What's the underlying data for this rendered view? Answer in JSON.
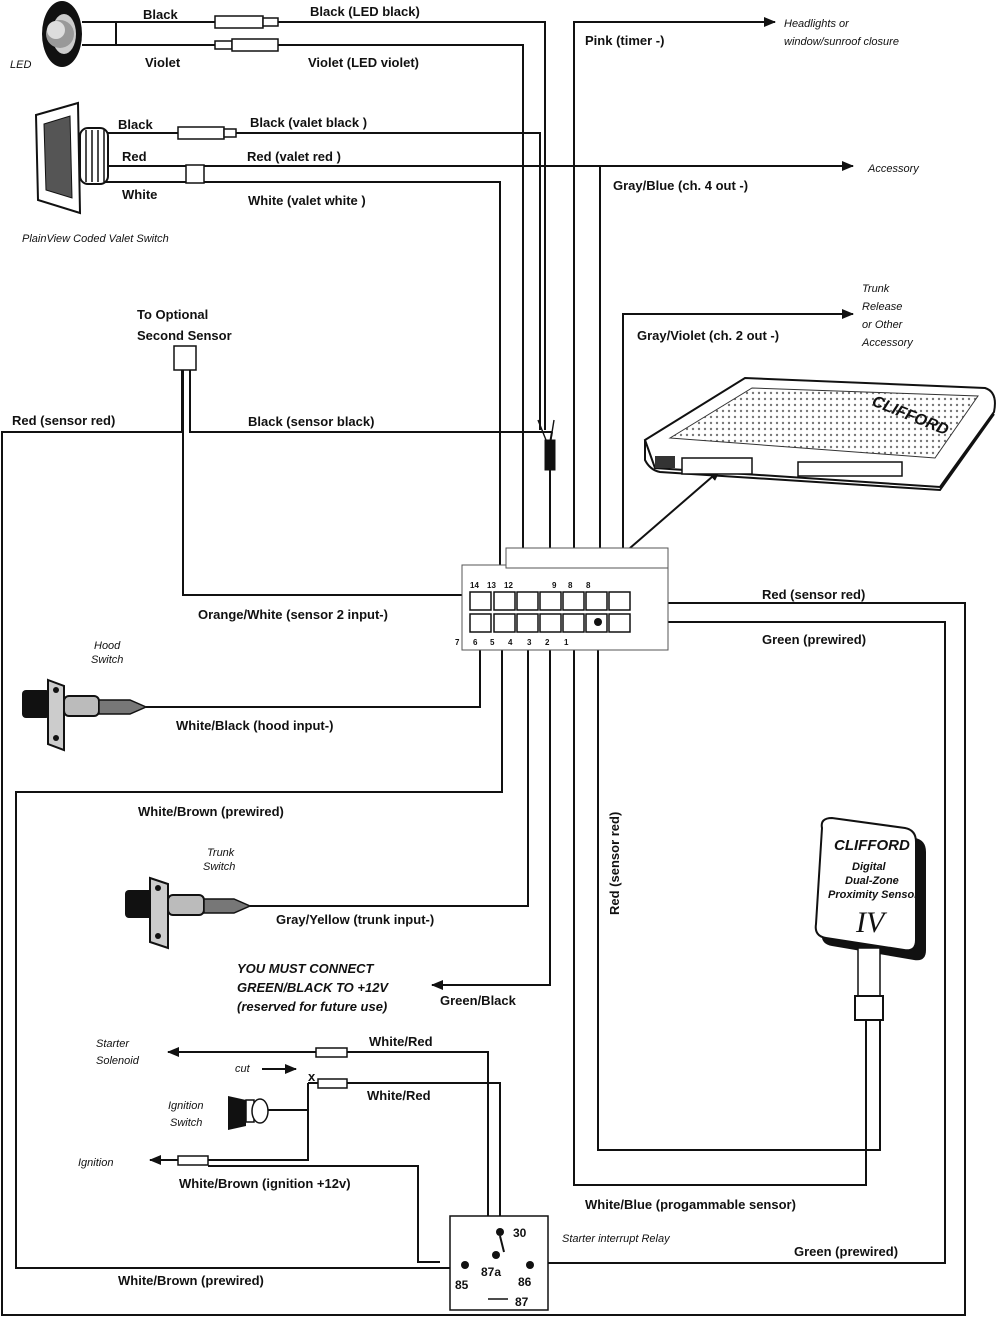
{
  "led": {
    "component_label": "LED",
    "wire1_left": "Black",
    "wire1_right": "Black  (LED black)",
    "wire2_left": "Violet",
    "wire2_right": "Violet  (LED violet)"
  },
  "outputs": {
    "pink": "Pink (timer -)",
    "headlights_line1": "Headlights or",
    "headlights_line2": "window/sunroof closure",
    "gray_blue": "Gray/Blue  (ch. 4 out -)",
    "accessory": "Accessory",
    "gray_violet": "Gray/Violet  (ch. 2 out -)",
    "trunk_line1": "Trunk",
    "trunk_line2": "Release",
    "trunk_line3": "or Other",
    "trunk_line4": "Accessory"
  },
  "valet": {
    "component_label": "PlainView Coded Valet Switch",
    "black_left": "Black",
    "black_right": "Black  (valet black )",
    "red_left": "Red",
    "red_right": "Red  (valet red )",
    "white_left": "White",
    "white_right": "White  (valet white )"
  },
  "sensor2": {
    "title_line1": "To Optional",
    "title_line2": "Second Sensor",
    "red": "Red  (sensor red)",
    "black": "Black  (sensor black)",
    "orange_white": "Orange/White  (sensor 2 input-)"
  },
  "connector": {
    "top_pins": [
      "14",
      "13",
      "12",
      "9",
      "8",
      "8"
    ],
    "bottom_pins": [
      "7",
      "6",
      "5",
      "4",
      "3",
      "2",
      "1"
    ]
  },
  "module": {
    "brand": "CLIFFORD"
  },
  "hood": {
    "label_line1": "Hood",
    "label_line2": "Switch",
    "wire": "White/Black  (hood input-)"
  },
  "right_wires": {
    "red_sensor_top": "Red  (sensor red)",
    "green_prewired_top": "Green  (prewired)",
    "red_sensor_vertical": "Red  (sensor red)"
  },
  "white_brown_prewired": "White/Brown  (prewired)",
  "trunk": {
    "label_line1": "Trunk",
    "label_line2": "Switch",
    "wire": "Gray/Yellow  (trunk input-)"
  },
  "proximity_sensor": {
    "brand": "CLIFFORD",
    "line1": "Digital",
    "line2": "Dual-Zone",
    "line3": "Proximity Sensor",
    "model": "IV"
  },
  "notice": {
    "line1": "YOU MUST CONNECT",
    "line2": "GREEN/BLACK TO +12V",
    "line3": "(reserved for future use)",
    "wire": "Green/Black"
  },
  "starter": {
    "solenoid_line1": "Starter",
    "solenoid_line2": "Solenoid",
    "cut": "cut",
    "x_mark": "x",
    "white_red_1": "White/Red",
    "white_red_2": "White/Red",
    "ignition_switch_line1": "Ignition",
    "ignition_switch_line2": "Switch",
    "ignition": "Ignition",
    "white_brown_ignition": "White/Brown  (ignition +12v)",
    "white_blue": "White/Blue  (progammable sensor)",
    "green_prewired_bottom": "Green  (prewired)",
    "white_brown_prewired_bottom": "White/Brown  (prewired)"
  },
  "relay": {
    "title": "Starter interrupt Relay",
    "pin30": "30",
    "pin87a": "87a",
    "pin85": "85",
    "pin86": "86",
    "pin87": "87"
  }
}
